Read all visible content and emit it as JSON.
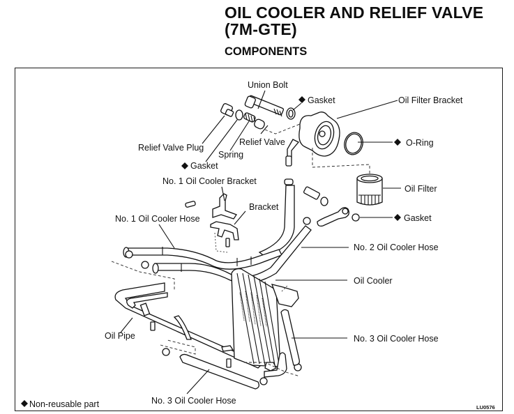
{
  "header": {
    "title_line1": "OIL COOLER AND RELIEF VALVE",
    "title_line2": "(7M-GTE)",
    "section": "COMPONENTS"
  },
  "diagram": {
    "labels": {
      "union_bolt": "Union Bolt",
      "gasket_union": "Gasket",
      "oil_filter_bracket": "Oil Filter Bracket",
      "o_ring": "O-Ring",
      "relief_valve_plug": "Relief Valve Plug",
      "relief_valve": "Relief Valve",
      "spring": "Spring",
      "gasket_plug": "Gasket",
      "no1_oil_cooler_bracket": "No. 1 Oil Cooler Bracket",
      "bracket": "Bracket",
      "oil_filter": "Oil Filter",
      "gasket_filter": "Gasket",
      "no1_oil_cooler_hose": "No. 1 Oil Cooler Hose",
      "no2_oil_cooler_hose": "No. 2 Oil Cooler Hose",
      "oil_cooler": "Oil Cooler",
      "oil_pipe": "Oil Pipe",
      "no3_oil_cooler_hose_right": "No. 3 Oil Cooler Hose",
      "no3_oil_cooler_hose_bottom": "No. 3 Oil Cooler Hose"
    },
    "non_reusable_marker": "◆",
    "legend": "Non-reusable part",
    "figure_code": "LU0576"
  }
}
